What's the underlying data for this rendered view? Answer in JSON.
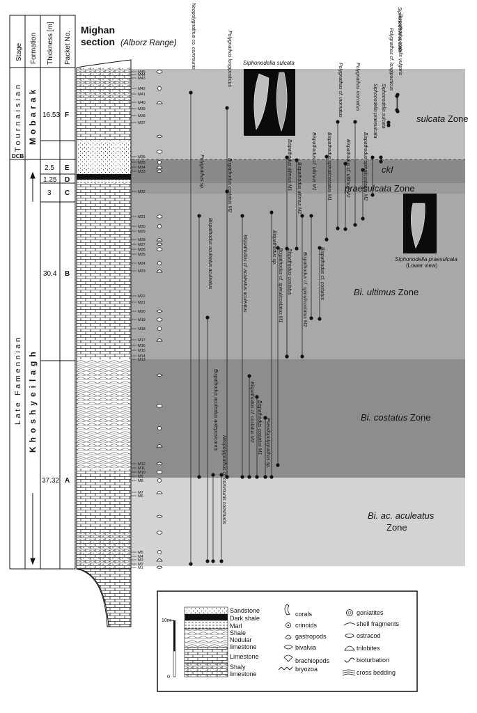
{
  "section": {
    "title_line1": "Mighan",
    "title_line2": "section",
    "region": "(Alborz Range)"
  },
  "column_headers": {
    "stage": "Stage",
    "formation": "Formation",
    "thickness": "Thickness [m]",
    "packet": "Packet No."
  },
  "stages": {
    "tournaisian": "Tournaisian",
    "late_famennian": "Late Famennian",
    "dcb": "DCB"
  },
  "formations": {
    "mobarak": "Mobarak",
    "khoshyeilagh": "Khoshyeilagh"
  },
  "packets": [
    {
      "id": "F",
      "thickness": "16.53"
    },
    {
      "id": "E",
      "thickness": "2.5"
    },
    {
      "id": "D",
      "thickness": "1.25"
    },
    {
      "id": "C",
      "thickness": "3"
    },
    {
      "id": "B",
      "thickness": "30.4"
    },
    {
      "id": "A",
      "thickness": "37.32"
    }
  ],
  "sample_labels": [
    "M45",
    "M44",
    "M43",
    "M42",
    "M41",
    "M40",
    "M39",
    "M38",
    "M37",
    "M36",
    "M35",
    "M34",
    "M33",
    "M32",
    "M31",
    "M30",
    "M29",
    "M28",
    "M27",
    "M26",
    "M25",
    "M24",
    "M23",
    "M22",
    "M21",
    "M20",
    "M19",
    "M18",
    "M17",
    "M16",
    "M15",
    "M14",
    "M13",
    "M12",
    "M11",
    "M10",
    "M9",
    "M8",
    "M7",
    "M6",
    "M5",
    "M4",
    "M3",
    "M2",
    "M1"
  ],
  "zones": [
    {
      "italic": "sulcata",
      "plain": " Zone"
    },
    {
      "italic": "ckI",
      "plain": ""
    },
    {
      "italic": "praesulcata",
      "plain": " Zone"
    },
    {
      "italic": "Bi. ultimus",
      "plain": " Zone"
    },
    {
      "italic": "Bi. costatus",
      "plain": " Zone"
    },
    {
      "italic": "Bi. ac. aculeatus",
      "plain": "",
      "line2": "Zone"
    }
  ],
  "taxa": [
    "Neopolygnathus co. communis",
    "Polygnathus longiposticus",
    "Siphonodella sulcata",
    "Polygnathus cf. inornatus",
    "Polygnathus inornatus",
    "Siphonodella praesulcata",
    "Siphonodella sulcata",
    "Polygnathus cf. longiposticus",
    "Bispathodus stabilis vulgaris",
    "Polygnathus sp.",
    "Bispathodus costatus M2",
    "Bispathodus ultimus M1",
    "Bispathodus ultimus M2",
    "Bispathodus cf. ultimus M1",
    "Bispathodus spinulicostatus M1",
    "Bispathodus cf. ultimus M2",
    "Bispathodus spinulicostatus M2",
    "Bispathodus aculeatus aculeatus",
    "Bispathodus cf. aculeatus aculeatus",
    "Bispathodus sp.",
    "Bispathodus cf. spinulicostatus M1",
    "Bispathodus cf. spinulicostatus M2",
    "Bispathodus cf. costatus",
    "Bispathodus costatus",
    "Bispathodus aculeatus anteposicornis",
    "Neopolygnathus cf. communis communis",
    "Bispathodus cf. costatus M2",
    "Bispathodus costatus M1",
    "Pseudopolygnathus sp."
  ],
  "photos": [
    {
      "caption": "Siphonodella sulcata"
    },
    {
      "caption": "Siphonodella praesulcata",
      "sub": "(Lower view)"
    }
  ],
  "scale": {
    "top": "10m",
    "bottom": "0"
  },
  "legend": {
    "lithology": [
      "Sandstone",
      "Dark shale",
      "Marl",
      "Shale",
      "Nodular",
      "limestone",
      "Limestone",
      "Shaly",
      "limestone"
    ],
    "fossils": [
      "corals",
      "crinoids",
      "gastropods",
      "bivalvia",
      "brachiopods",
      "bryozoa"
    ],
    "features": [
      "goniatites",
      "shell fragments",
      "ostracod",
      "trilobites",
      "bioturbation",
      "cross bedding"
    ]
  },
  "colors": {
    "band_dark": "#7f7f7f",
    "band_mid": "#a3a3a3",
    "band_light": "#c9c9c9",
    "band_lighter": "#d6d6d6"
  }
}
